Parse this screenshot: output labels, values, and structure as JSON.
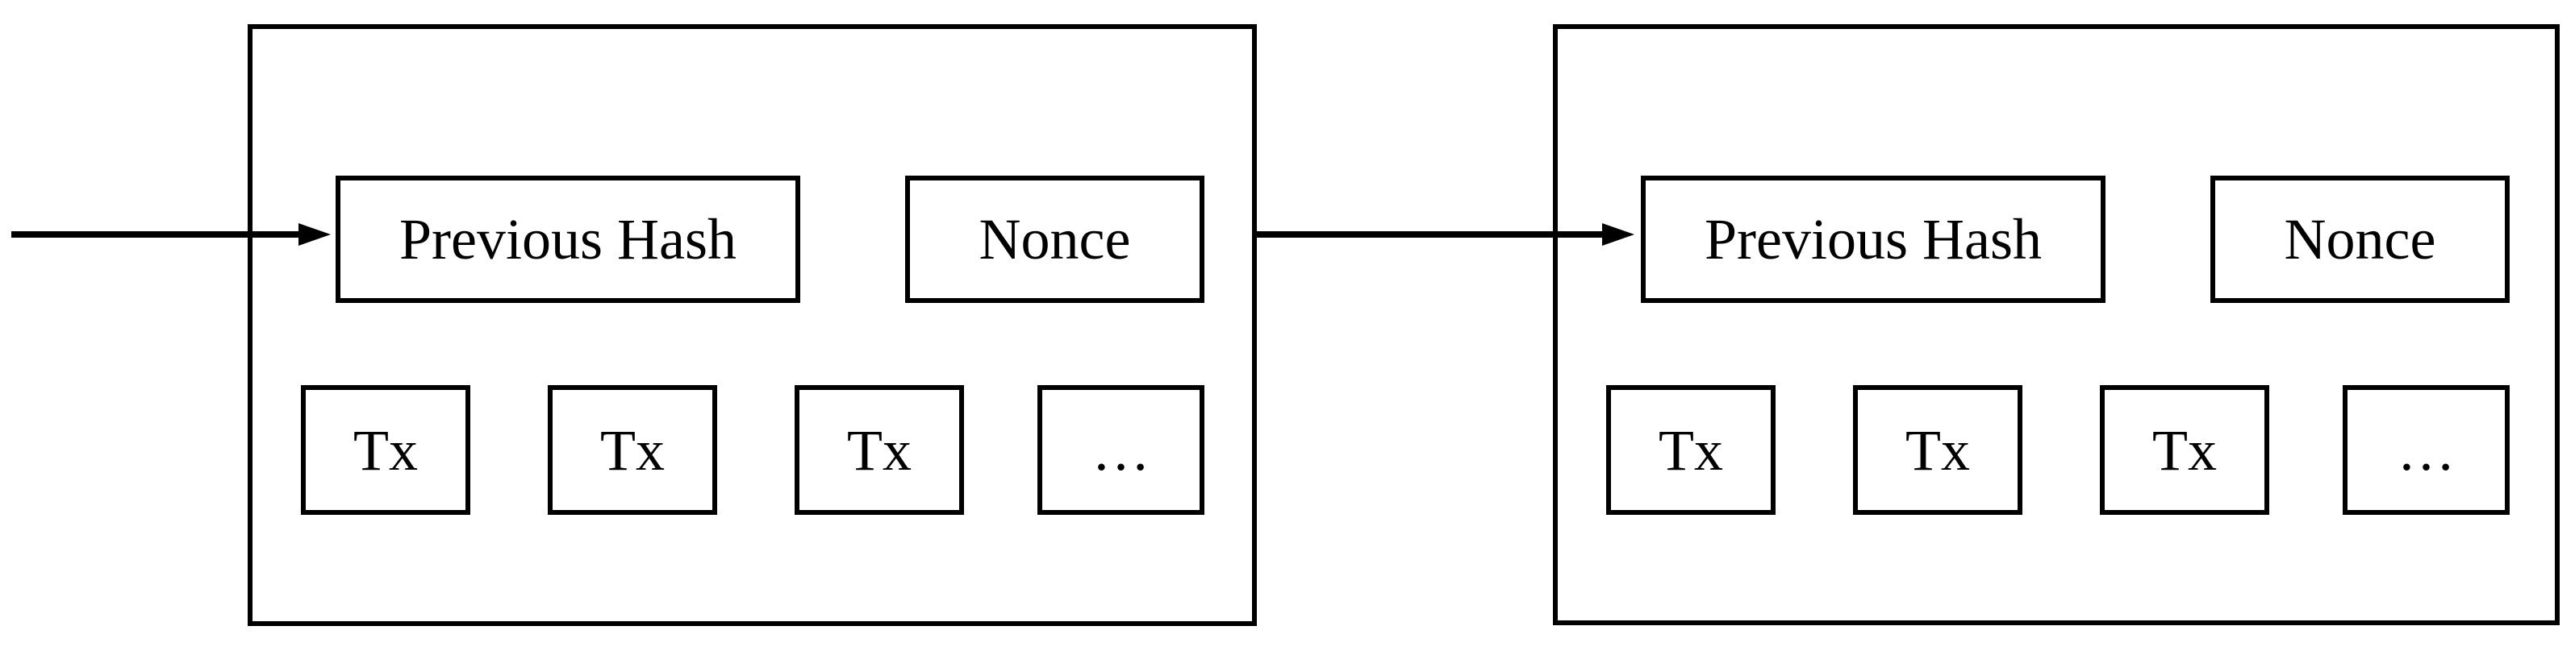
{
  "colors": {
    "background": "#ffffff",
    "stroke": "#000000",
    "text": "#000000"
  },
  "blocks": [
    {
      "id": "block-1",
      "previous_hash_label": "Previous Hash",
      "nonce_label": "Nonce",
      "transactions": [
        "Tx",
        "Tx",
        "Tx",
        "…"
      ]
    },
    {
      "id": "block-2",
      "previous_hash_label": "Previous Hash",
      "nonce_label": "Nonce",
      "transactions": [
        "Tx",
        "Tx",
        "Tx",
        "…"
      ]
    }
  ],
  "arrows": [
    {
      "name": "incoming-chain-arrow",
      "from": "off-canvas-left",
      "to": "block-1 previous-hash box"
    },
    {
      "name": "block-link-arrow",
      "from": "block-1 right edge",
      "to": "block-2 previous-hash box"
    }
  ]
}
